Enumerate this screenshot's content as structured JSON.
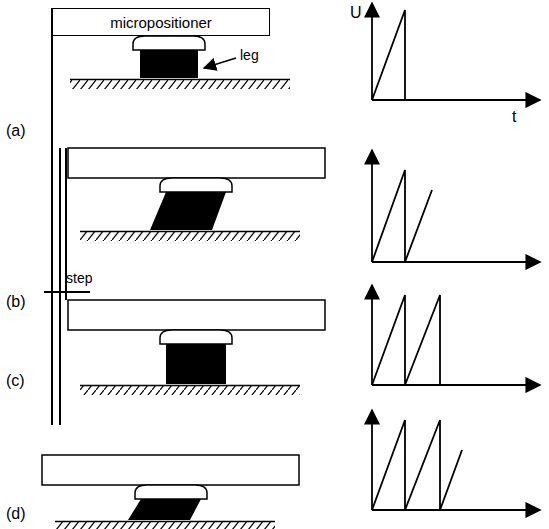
{
  "diagram": {
    "nodes": [
      {
        "text": [
          "micropositioner"
        ]
      }
    ],
    "labels": [
      "leg",
      "(a)",
      "(b)",
      "step",
      "(c)",
      "(d)",
      "U",
      "t"
    ]
  }
}
